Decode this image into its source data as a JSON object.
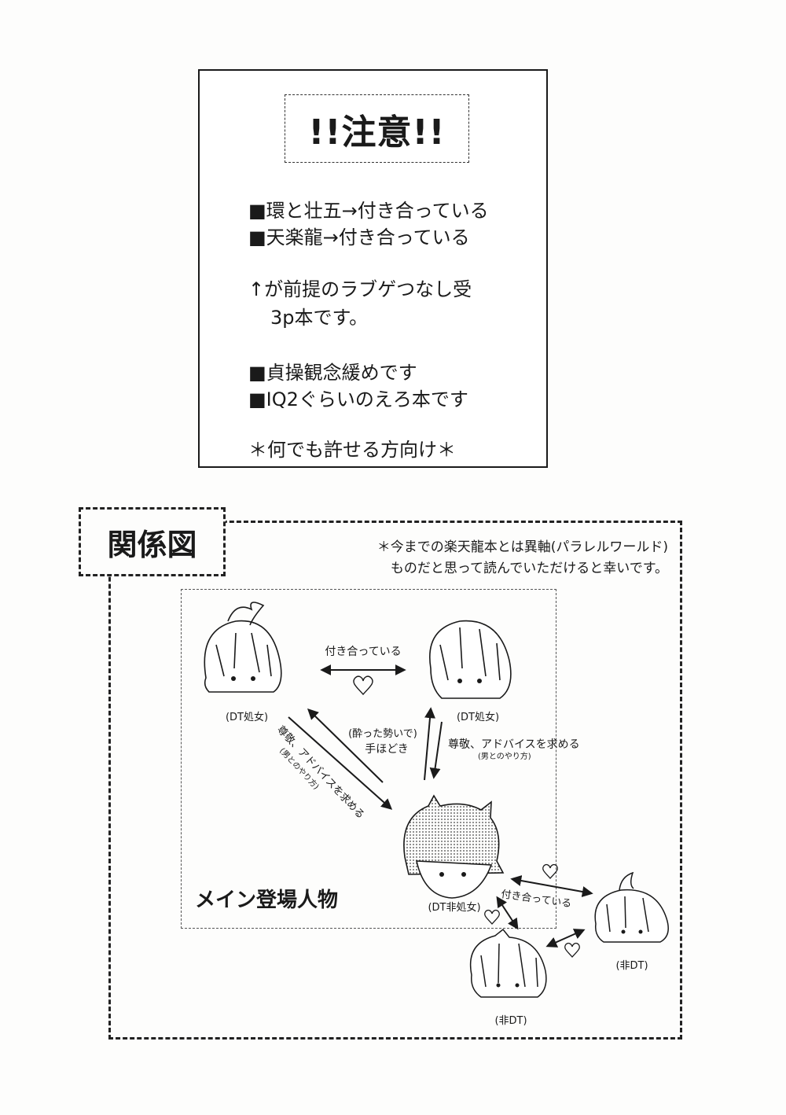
{
  "notice": {
    "title": "!!注意!!",
    "lines": [
      "■環と壮五→付き合っている",
      "■天楽龍→付き合っている",
      "↑が前提のラブゲつなし受",
      "3p本です。",
      "■貞操観念緩めです",
      "■IQ2ぐらいのえろ本です",
      "＊何でも許せる方向け＊"
    ]
  },
  "diagram": {
    "tab_label": "関係図",
    "disclaimer_line1": "＊今までの楽天龍本とは異軸(パラレルワールド)",
    "disclaimer_line2": "ものだと思って読んでいただけると幸いです。",
    "main_area_label": "メイン登場人物",
    "characters": [
      {
        "id": "top-left",
        "status": "(DT処女)"
      },
      {
        "id": "top-right",
        "status": "(DT処女)"
      },
      {
        "id": "center",
        "status": "(DT非処女)"
      },
      {
        "id": "bottom-right",
        "status": "(非DT)"
      },
      {
        "id": "bottom-center",
        "status": "(非DT)"
      }
    ],
    "relations": {
      "top_pair": "付き合っている",
      "diag_left_main": "尊敬、アドバイスを求める",
      "diag_left_sub": "(男とのやり方)",
      "middle_line1": "(酔った勢いで)",
      "middle_line2": "手ほどき",
      "right_main": "尊敬、アドバイスを求める",
      "right_sub": "(男とのやり方)",
      "bottom_pair": "付き合っている"
    }
  }
}
